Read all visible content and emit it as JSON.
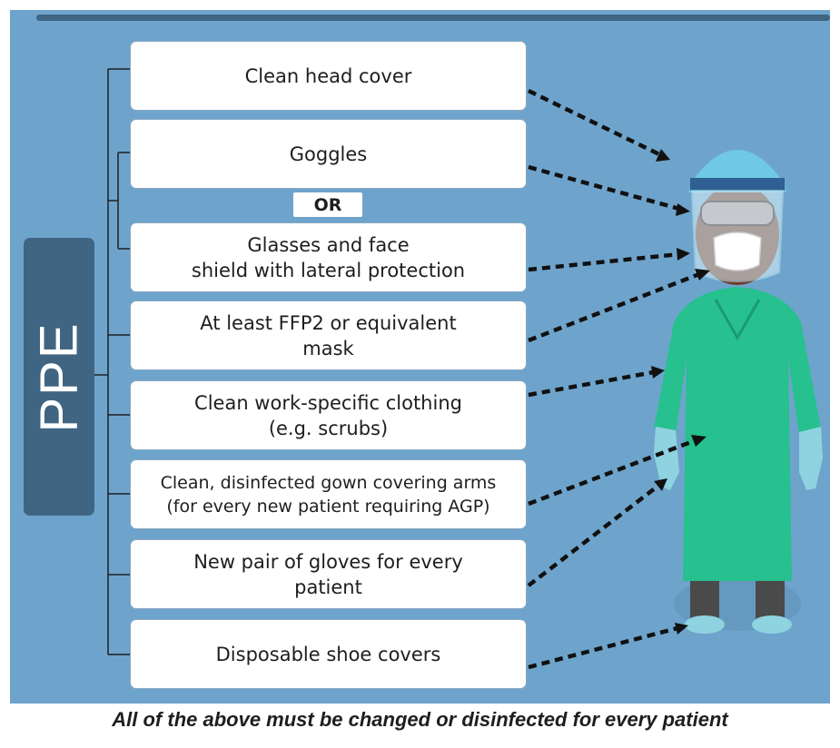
{
  "label": "PPE",
  "items": [
    "Clean head cover",
    "Goggles",
    "Glasses and face\nshield with lateral protection",
    "At least FFP2 or equivalent\nmask",
    "Clean work-specific clothing\n(e.g. scrubs)",
    "Clean, disinfected gown covering arms\n(for every new patient requiring AGP)",
    "New pair of gloves for every\npatient",
    "Disposable shoe covers"
  ],
  "or_label": "OR",
  "footer": "All of the above must be changed or disinfected for every patient",
  "colors": {
    "panel": "#6ea4cc",
    "dark_blue": "#3f6583",
    "gown": "#27c08f",
    "glove": "#8fd3e0",
    "cap": "#6fc9e4"
  }
}
